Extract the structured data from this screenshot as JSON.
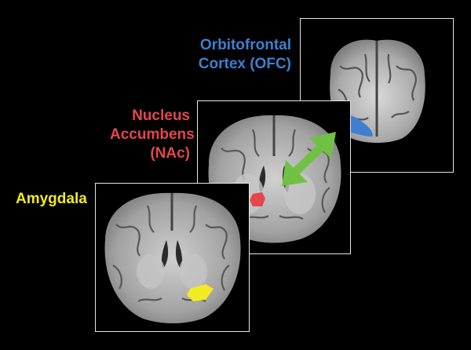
{
  "labels": {
    "ofc": {
      "line1": "Orbitofrontal",
      "line2": "Cortex (OFC)"
    },
    "nac": {
      "line1": "Nucleus",
      "line2": "Accumbens",
      "line3": "(NAc)"
    },
    "amygdala": "Amygdala"
  },
  "colors": {
    "ofc": "#3f7fd0",
    "nac": "#e5464b",
    "amygdala": "#f2ea22",
    "arrow": "#70c143",
    "frame": "#e6e6e6"
  },
  "icons": {
    "connection": "double-headed-arrow"
  }
}
